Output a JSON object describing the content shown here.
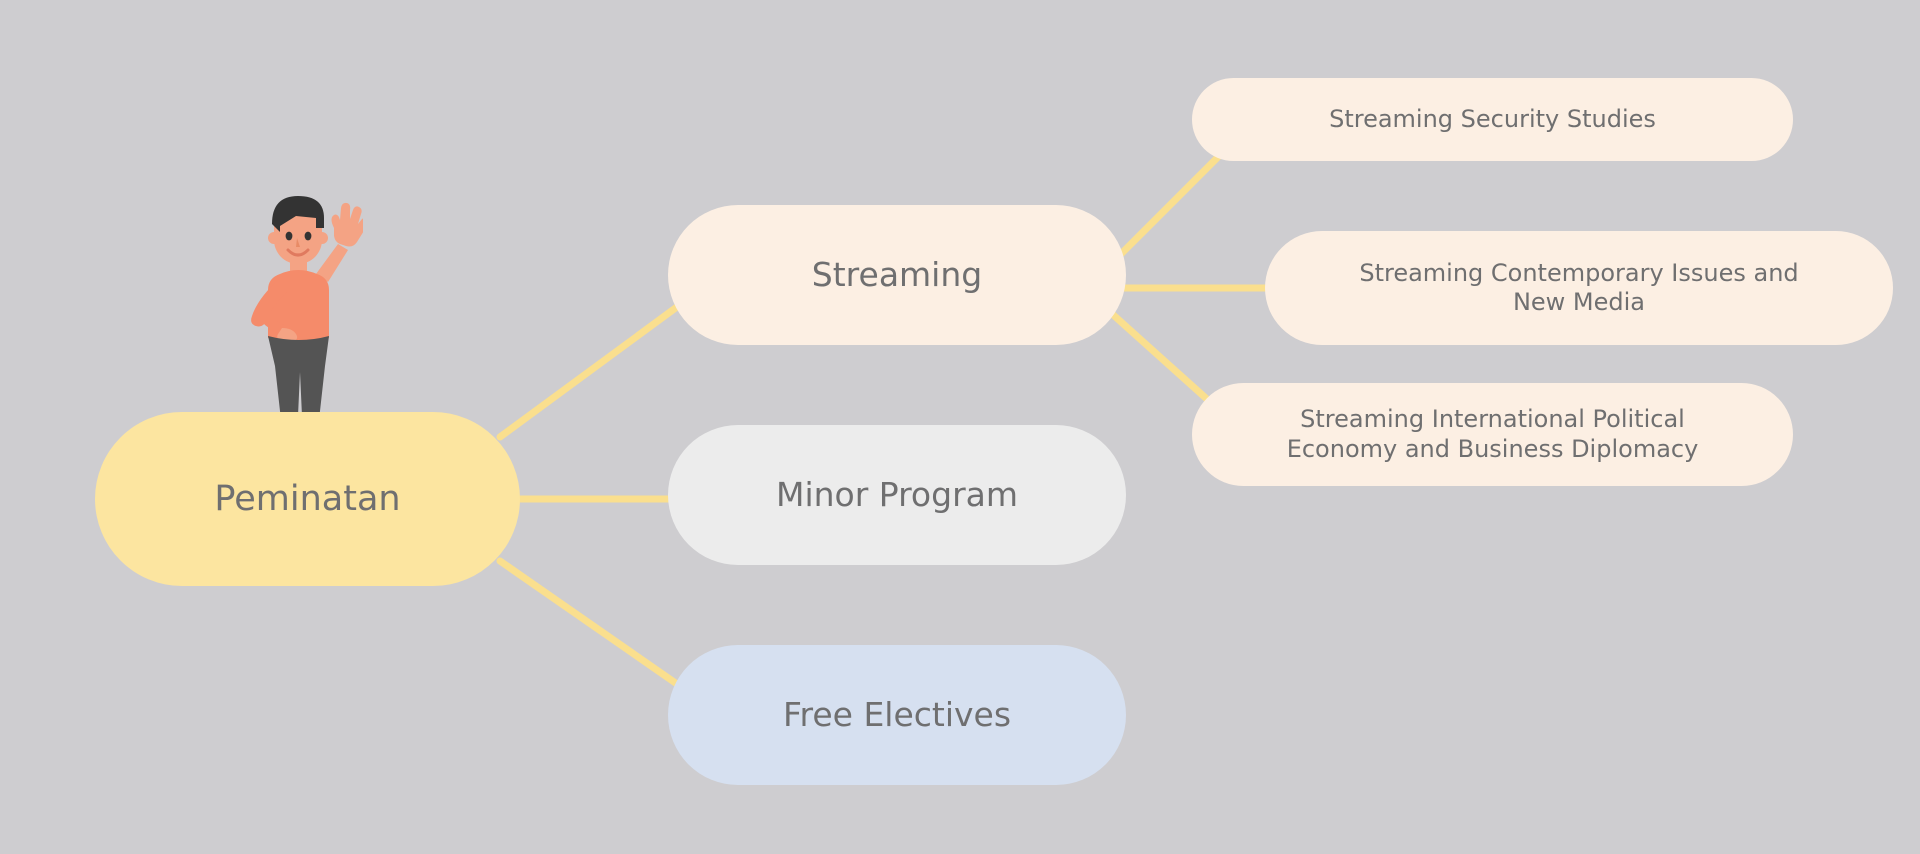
{
  "diagram": {
    "type": "mindmap",
    "background_color": "#cecdd0",
    "connector_color": "#fadf8e",
    "text_color": "#6f6f70",
    "root": {
      "id": "root",
      "label": "Peminatan",
      "color": "#fce5a0"
    },
    "branches": [
      {
        "id": "streaming",
        "label": "Streaming",
        "color": "#fcefe3",
        "children": [
          {
            "id": "leaf-security",
            "label": "Streaming Security Studies",
            "color": "#fcefe3"
          },
          {
            "id": "leaf-contemporary",
            "label": "Streaming Contemporary Issues and\nNew Media",
            "color": "#fcefe3"
          },
          {
            "id": "leaf-ipe",
            "label": "Streaming International Political\nEconomy and Business Diplomacy",
            "color": "#fcefe3"
          }
        ]
      },
      {
        "id": "minor-program",
        "label": "Minor Program",
        "color": "#ececec",
        "children": []
      },
      {
        "id": "free-electives",
        "label": "Free Electives",
        "color": "#d6e0f0",
        "children": []
      }
    ],
    "illustration": {
      "name": "waving-man-illustration",
      "skin_color": "#f4a384",
      "hair_color": "#333333",
      "shirt_color": "#f58b6a",
      "pants_color": "#545454",
      "shoe_color": "#8a5a24"
    }
  }
}
